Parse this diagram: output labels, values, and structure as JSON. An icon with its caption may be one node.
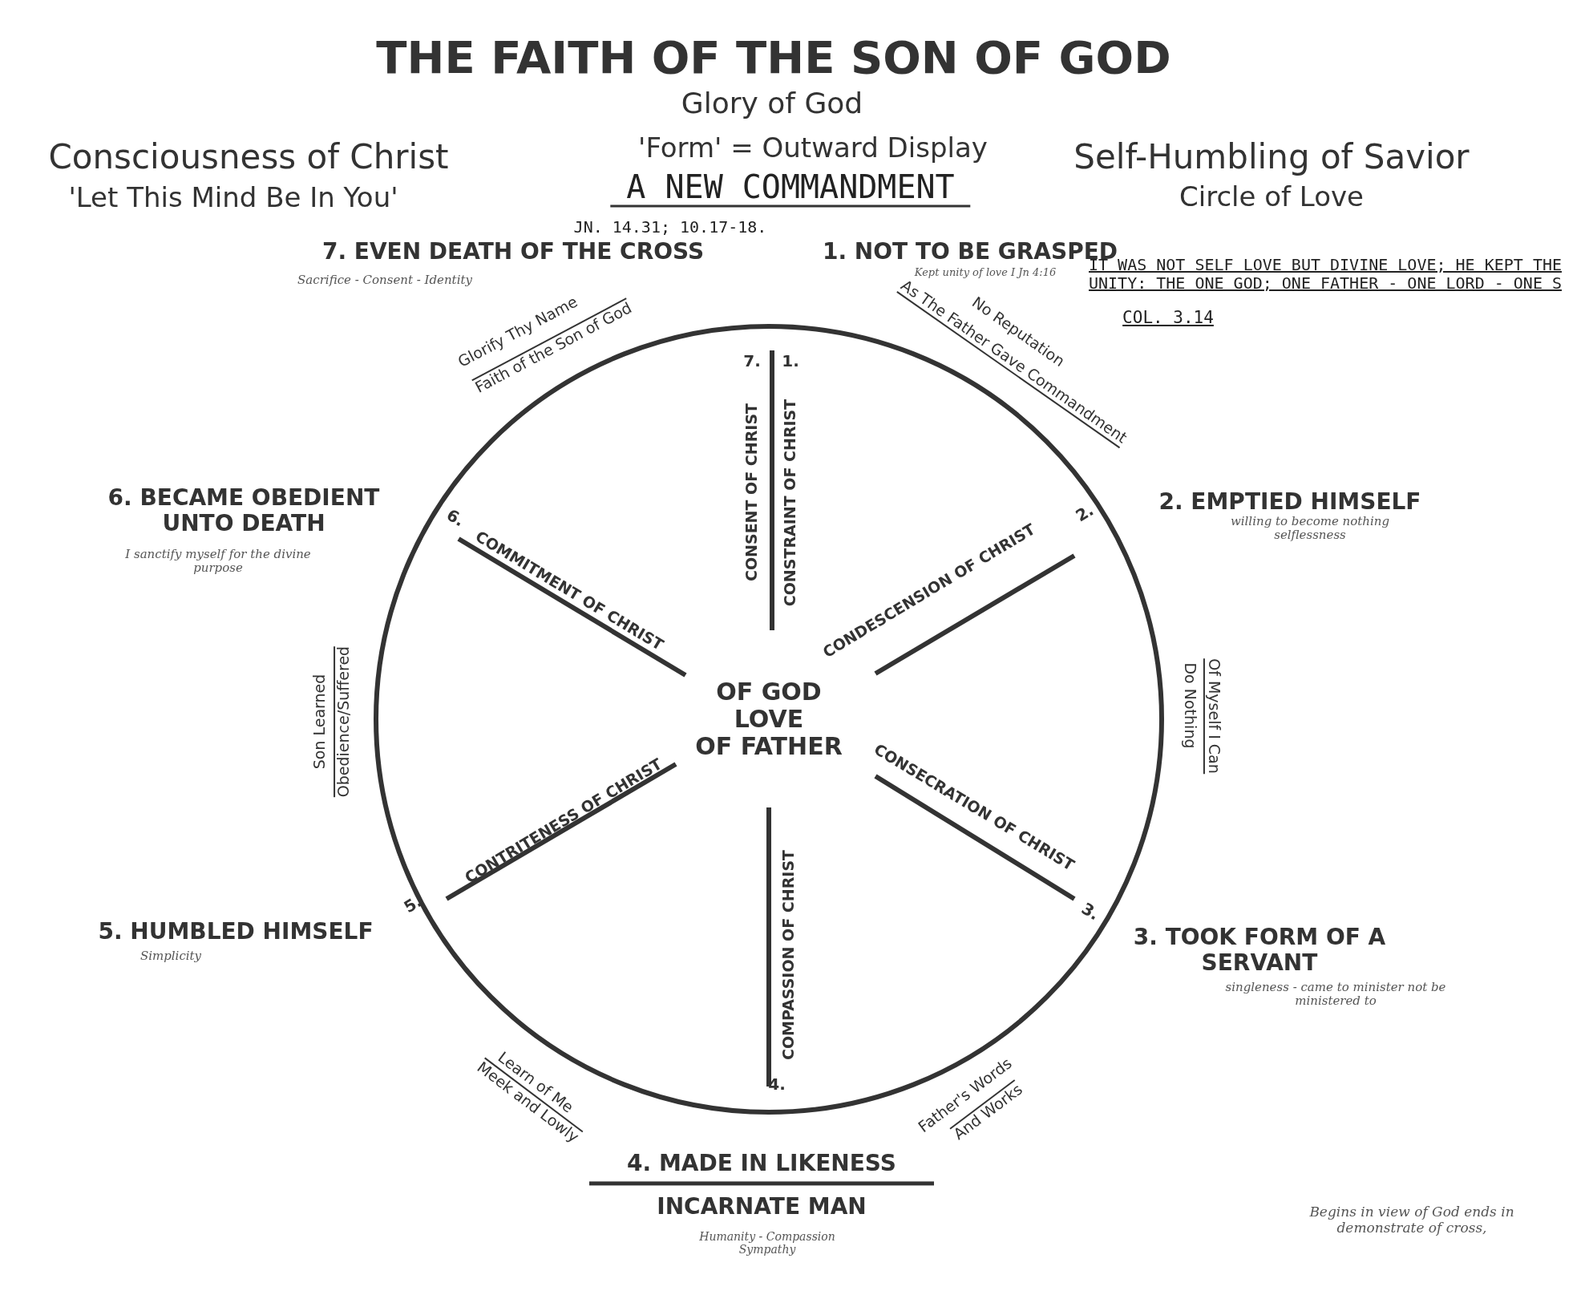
{
  "diagram": {
    "title": "THE FAITH OF THE SON OF GOD",
    "nodes": [
      {
        "text": [
          "OF GOD",
          "LOVE",
          "OF FATHER"
        ]
      }
    ],
    "labels": [
      "Glory of God",
      "'Form' = Outward Display",
      "Consciousness of Christ",
      "'Let This Mind Be In You'",
      "Self-Humbling of Savior",
      "Circle of Love",
      "A NEW COMMANDMENT",
      "JN. 14.31; 10.17-18.",
      "7. EVEN DEATH OF THE CROSS",
      "Sacrifice - Consent - Identity",
      "1. NOT TO BE GRASPED",
      "Kept unity of love I Jn 4:16",
      "IT WAS NOT SELF LOVE BUT DIVINE LOVE; HE KEPT THE UNITY: THE ONE GOD; ONE FATHER - ONE LORD - ONE S",
      "COL. 3.14",
      "Glorify Thy Name",
      "Faith of the Son of God",
      "No Reputation",
      "As The Father Gave Commandment",
      "7.",
      "1.",
      "CONSENT OF CHRIST",
      "CONSTRAINT OF CHRIST",
      "6. BECAME OBEDIENT UNTO DEATH",
      "I sanctify myself for the divine purpose",
      "2. EMPTIED HIMSELF",
      "willing to become nothing selflessness",
      "6.",
      "COMMITMENT OF CHRIST",
      "CONDESCENSION OF CHRIST",
      "2.",
      "Son Learned",
      "Obedience/Suffered",
      "Of Myself I Can",
      "Do Nothing",
      "CONTRITENESS OF CHRIST",
      "5.",
      "CONSECRATION OF CHRIST",
      "3.",
      "COMPASSION OF CHRIST",
      "4.",
      "5. HUMBLED HIMSELF",
      "Simplicity",
      "3. TOOK FORM OF A SERVANT",
      "singleness - came to minister not be ministered to",
      "Learn of Me",
      "Meek and Lowly",
      "Father's Words",
      "And Works",
      "4. MADE IN LIKENESS",
      "INCARNATE MAN",
      "Humanity - Compassion Sympathy",
      "Begins in view of God ends in demonstrate of cross,"
    ]
  }
}
